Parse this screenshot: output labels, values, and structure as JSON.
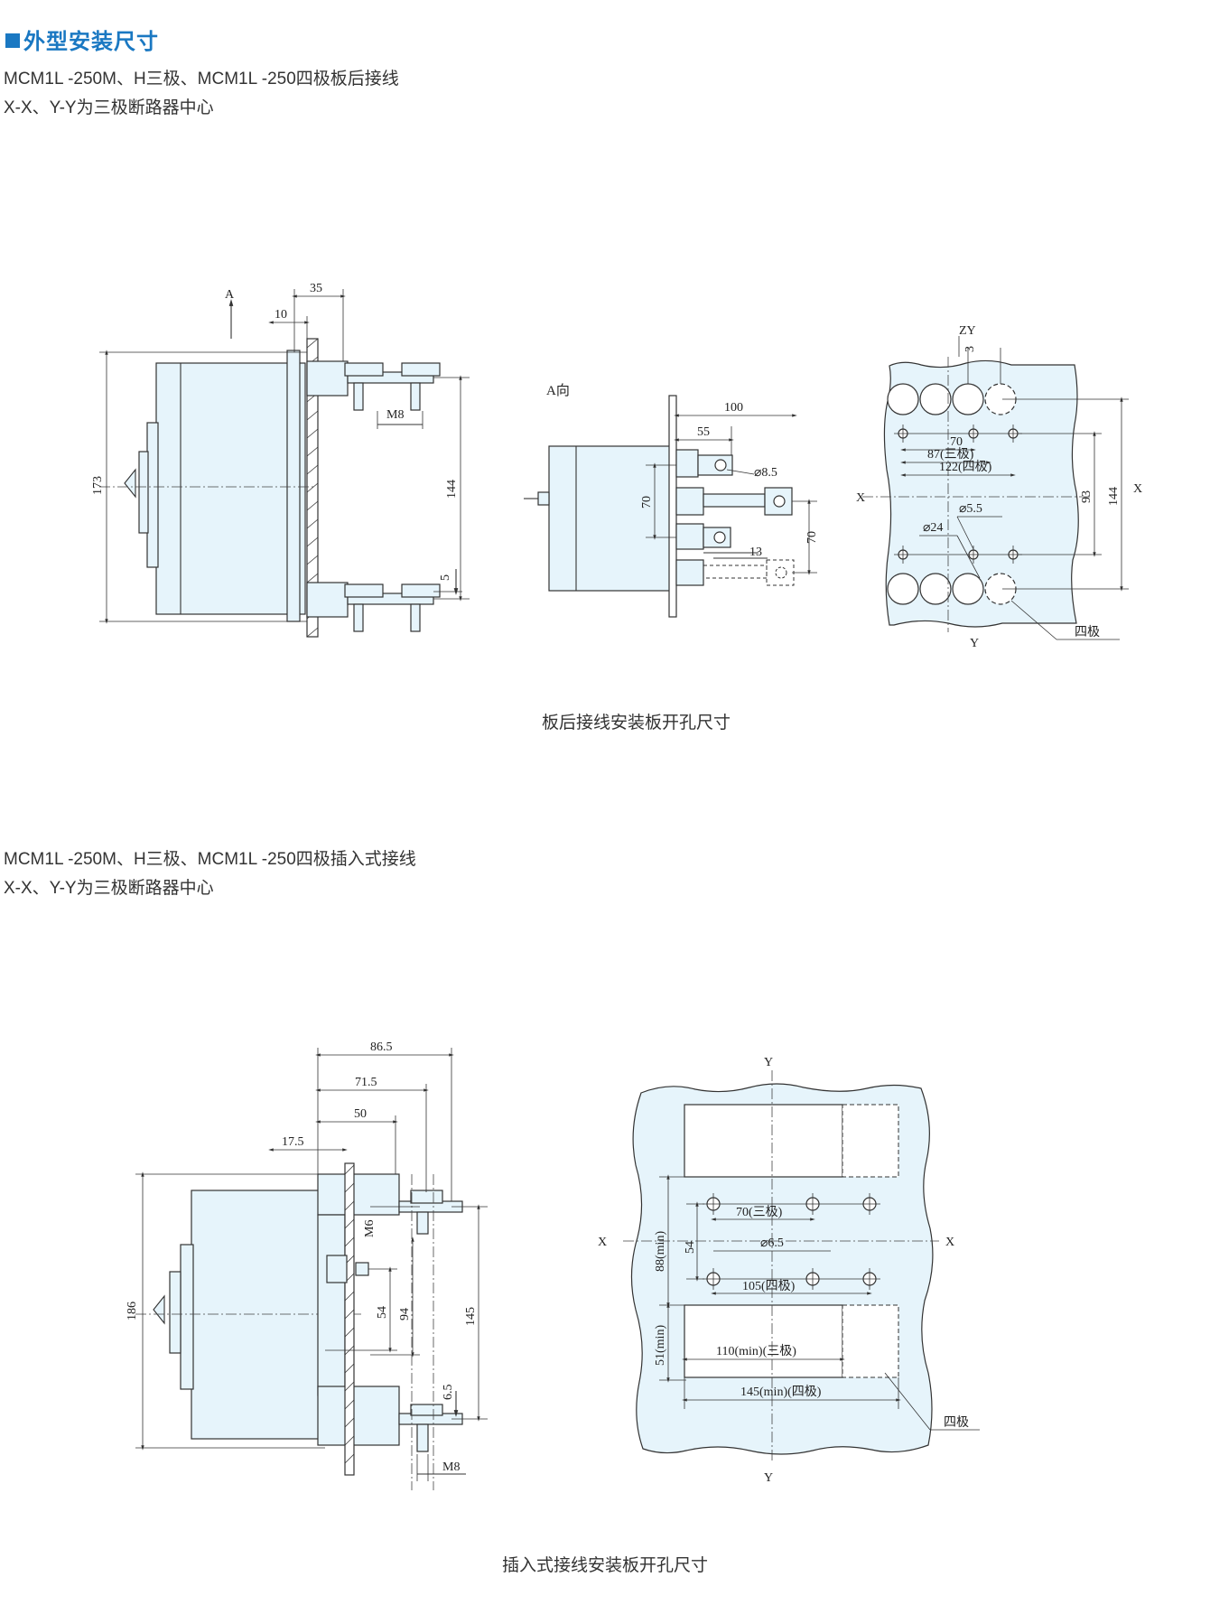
{
  "header": {
    "title": "外型安装尺寸"
  },
  "section1": {
    "line1": "MCM1L -250M、H三极、MCM1L -250四极板后接线",
    "line2": "X-X、Y-Y为三极断路器中心",
    "caption": "板后接线安装板开孔尺寸",
    "side_view": {
      "arrow": "A",
      "d35": "35",
      "d10": "10",
      "d173": "173",
      "d144": "144",
      "d5": "5",
      "m8": "M8"
    },
    "a_view": {
      "title": "A向",
      "d100": "100",
      "d55": "55",
      "phi85": "⌀8.5",
      "d70a": "70",
      "d70b": "70",
      "d13": "13"
    },
    "cutout": {
      "zy": "ZY",
      "d3": "3",
      "d70": "70",
      "d87": "87(三极)",
      "d122": "122(四极)",
      "x": "X",
      "phi55": "⌀5.5",
      "phi24": "⌀24",
      "d93": "93",
      "d144": "144",
      "y": "Y",
      "four_pole": "四极"
    }
  },
  "section2": {
    "line1": "MCM1L -250M、H三极、MCM1L -250四极插入式接线",
    "line2": "X-X、Y-Y为三极断路器中心",
    "caption": "插入式接线安装板开孔尺寸",
    "side_view": {
      "d865": "86.5",
      "d715": "71.5",
      "d50": "50",
      "d175": "17.5",
      "d186": "186",
      "m6": "M6",
      "d54": "54",
      "d94": "94",
      "d145": "145",
      "d65": "6.5",
      "m8": "M8"
    },
    "cutout": {
      "y": "Y",
      "x": "X",
      "d70": "70(三极)",
      "d54": "54",
      "d88": "88(min)",
      "phi65": "⌀6.5",
      "d105": "105(四极)",
      "d51": "51(min)",
      "d110": "110(min)(三极)",
      "d145": "145(min)(四极)",
      "four_pole": "四极"
    }
  }
}
